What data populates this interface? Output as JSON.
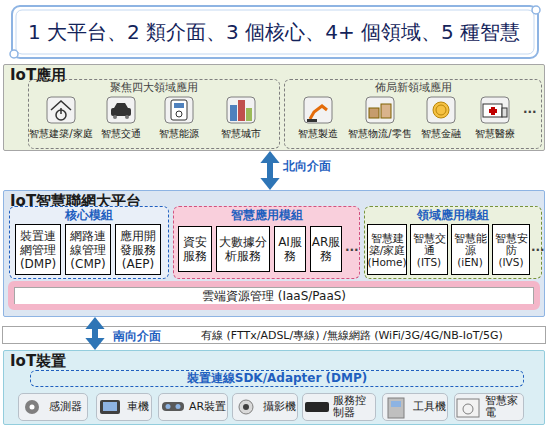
{
  "diagram": {
    "title": "1 大平台、2 類介面、3 個核心、4+ 個領域、5 種智慧",
    "nodes": [
      {
        "text": [
          "IoT應用"
        ]
      },
      {
        "text": [
          "聚焦四大領域應用"
        ],
        "in": 0
      },
      {
        "text": [
          "智慧建築/家庭"
        ],
        "in": 1
      },
      {
        "text": [
          "智慧交通"
        ],
        "in": 1
      },
      {
        "text": [
          "智慧能源"
        ],
        "in": 1
      },
      {
        "text": [
          "智慧城市"
        ],
        "in": 1
      },
      {
        "text": [
          "佈局新領域應用"
        ],
        "in": 0
      },
      {
        "text": [
          "智慧製造"
        ],
        "in": 6
      },
      {
        "text": [
          "智慧物流/零售"
        ],
        "in": 6
      },
      {
        "text": [
          "智慧金融"
        ],
        "in": 6
      },
      {
        "text": [
          "智慧醫療"
        ],
        "in": 6
      },
      {
        "text": [
          "IoT智慧聯網大平台"
        ]
      },
      {
        "text": [
          "核心模組"
        ],
        "in": 11
      },
      {
        "text": [
          "裝置連網管理 (DMP)"
        ],
        "in": 12
      },
      {
        "text": [
          "網路連線管理 (CMP)"
        ],
        "in": 12
      },
      {
        "text": [
          "應用開發服務 (AEP)"
        ],
        "in": 12
      },
      {
        "text": [
          "智慧應用模組"
        ],
        "in": 11
      },
      {
        "text": [
          "資安服務"
        ],
        "in": 16
      },
      {
        "text": [
          "大數據分析服務"
        ],
        "in": 16
      },
      {
        "text": [
          "AI服務"
        ],
        "in": 16
      },
      {
        "text": [
          "AR服務"
        ],
        "in": 16
      },
      {
        "text": [
          "領域應用模組"
        ],
        "in": 11
      },
      {
        "text": [
          "智慧建築/家庭 (Home)"
        ],
        "in": 21
      },
      {
        "text": [
          "智慧交通 (ITS)"
        ],
        "in": 21
      },
      {
        "text": [
          "智慧能源 (iEN)"
        ],
        "in": 21
      },
      {
        "text": [
          "智慧安防 (IVS)"
        ],
        "in": 21
      },
      {
        "text": [
          "雲端資源管理 (IaaS/PaaS)"
        ],
        "in": 11
      },
      {
        "text": [
          "有線 (FTTx/ADSL/專線) /無線網路 (WiFi/3G/4G/NB-IoT/5G)"
        ]
      },
      {
        "text": [
          "IoT裝置"
        ]
      },
      {
        "text": [
          "裝置連線SDK/Adapter (DMP)"
        ],
        "in": 28
      },
      {
        "text": [
          "感測器"
        ],
        "in": 28
      },
      {
        "text": [
          "車機"
        ],
        "in": 28
      },
      {
        "text": [
          "AR裝置"
        ],
        "in": 28
      },
      {
        "text": [
          "攝影機"
        ],
        "in": 28
      },
      {
        "text": [
          "服務控制器"
        ],
        "in": 28
      },
      {
        "text": [
          "工具機"
        ],
        "in": 28
      },
      {
        "text": [
          "智慧家電"
        ],
        "in": 28
      }
    ],
    "edges": [
      {
        "from": 0,
        "to": 11,
        "arrow": "both",
        "label": "北向介面"
      },
      {
        "from": 11,
        "to": 28,
        "arrow": "both",
        "label": "南向介面"
      }
    ],
    "labels": [
      "...",
      "...",
      "..."
    ]
  }
}
